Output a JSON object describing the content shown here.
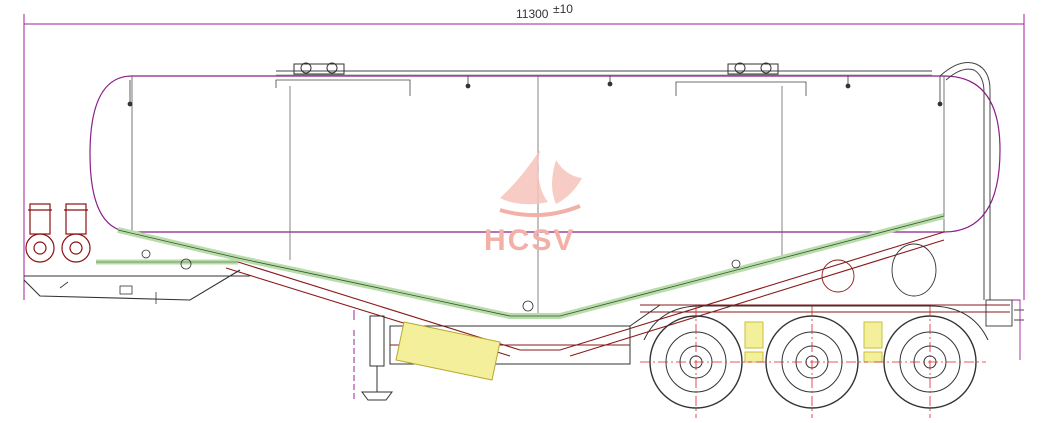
{
  "drawing": {
    "overall_length_label": "11300",
    "overall_length_tolerance": "±10",
    "watermark_text": "HCSV",
    "colors": {
      "outline": "#3a3a3a",
      "tank": "#8b1f8b",
      "dimension": "#a020a0",
      "pipe_green": "#b9dcaa",
      "chassis_red": "#8a1a1a",
      "axis_red": "#e02020",
      "yellow": "#e8e05a",
      "logo": "#f3b0a6"
    },
    "wheel_count": 3
  }
}
